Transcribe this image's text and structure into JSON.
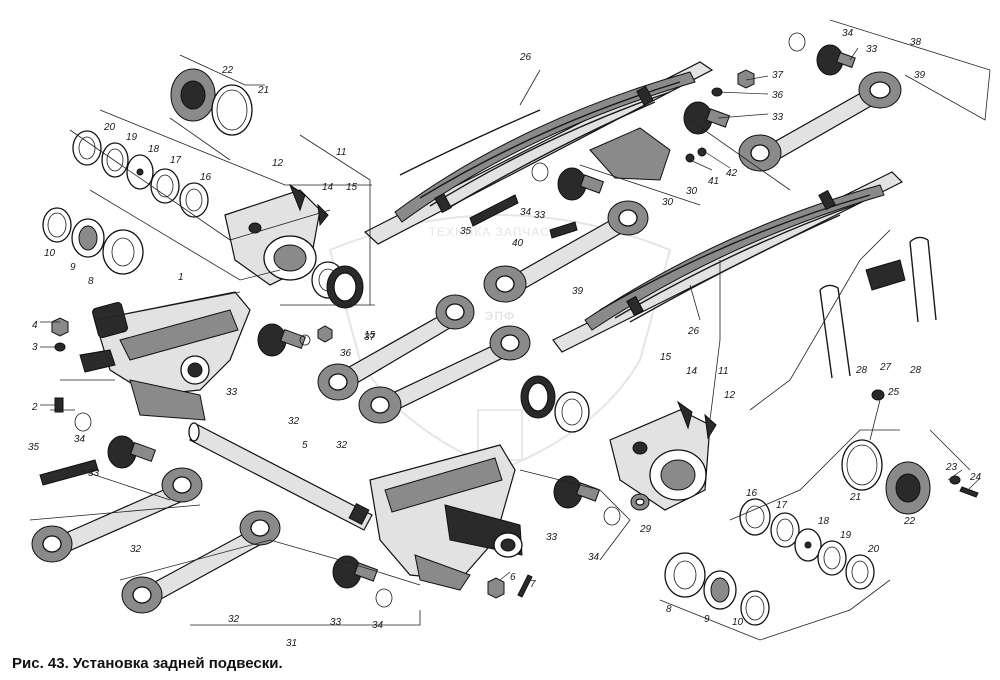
{
  "caption": "Рис. 43. Установка задней подвески.",
  "watermark": {
    "text": "ТЕХНИКА ЗАПЧАСТИ",
    "logo": "ЭПФ"
  },
  "labels": {
    "l1": "1",
    "l2": "2",
    "l3": "3",
    "l4": "4",
    "l5": "5",
    "l6": "6",
    "l7": "7",
    "l8a": "8",
    "l8b": "8",
    "l9a": "9",
    "l9b": "9",
    "l10a": "10",
    "l10b": "10",
    "l11a": "11",
    "l11b": "11",
    "l12a": "12",
    "l12b": "12",
    "l14a": "14",
    "l14b": "14",
    "l15a": "15",
    "l15b": "15",
    "l15c": "15",
    "l16a": "16",
    "l16b": "16",
    "l17a": "17",
    "l17b": "17",
    "l18a": "18",
    "l18b": "18",
    "l19a": "19",
    "l19b": "19",
    "l20a": "20",
    "l20b": "20",
    "l21a": "21",
    "l21b": "21",
    "l22a": "22",
    "l22b": "22",
    "l23": "23",
    "l24": "24",
    "l25": "25",
    "l26a": "26",
    "l26b": "26",
    "l27": "27",
    "l28a": "28",
    "l28b": "28",
    "l29": "29",
    "l30a": "30",
    "l30b": "30",
    "l31": "31",
    "l32a": "32",
    "l32b": "32",
    "l32c": "32",
    "l32d": "32",
    "l33a": "33",
    "l33b": "33",
    "l33c": "33",
    "l33d": "33",
    "l33e": "33",
    "l33f": "33",
    "l33g": "33",
    "l34a": "34",
    "l34b": "34",
    "l34c": "34",
    "l34d": "34",
    "l34e": "34",
    "l35a": "35",
    "l35b": "35",
    "l36a": "36",
    "l36b": "36",
    "l37a": "37",
    "l37b": "37",
    "l38": "38",
    "l39a": "39",
    "l39b": "39",
    "l40": "40",
    "l41": "41",
    "l42": "42"
  },
  "colors": {
    "ink": "#1a1a1a",
    "paper": "#ffffff",
    "watermark": "#cfcfcf"
  }
}
